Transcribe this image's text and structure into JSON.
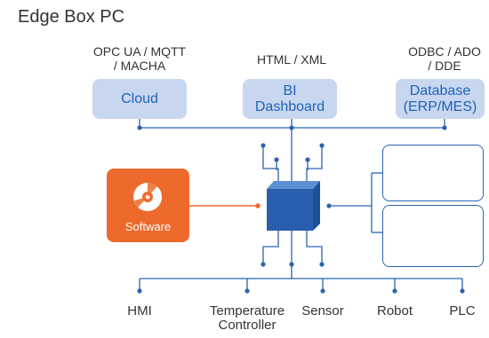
{
  "title": "Edge Box PC",
  "protocols": {
    "cloud": "OPC UA / MQTT\n/ MACHA",
    "bi": "HTML / XML",
    "database": "ODBC / ADO\n/ DDE"
  },
  "top_boxes": {
    "cloud": "Cloud",
    "bi": "BI\nDashboard",
    "database": "Database\n(ERP/MES)"
  },
  "software_label": "Software",
  "bottom_labels": {
    "hmi": "HMI",
    "temperature_controller": "Temperature\nController",
    "sensor": "Sensor",
    "robot": "Robot",
    "plc": "PLC"
  },
  "icons": {
    "software": "disc-icon",
    "chip": "edge-box-chip-icon",
    "phone": "smartphone-icon",
    "tablet": "tablet-icon",
    "usb": "usb-drive-icon",
    "camera": "webcam-icon",
    "scanner": "barcode-scanner-icon",
    "cable": "cable-icon",
    "laptop": "laptop-icon"
  },
  "colors": {
    "line": "#2a64b0",
    "box_fill": "#c8d6ef",
    "box_text": "#1e63b8",
    "software_fill": "#ee6a2c",
    "chip": "#2a5fb0"
  }
}
